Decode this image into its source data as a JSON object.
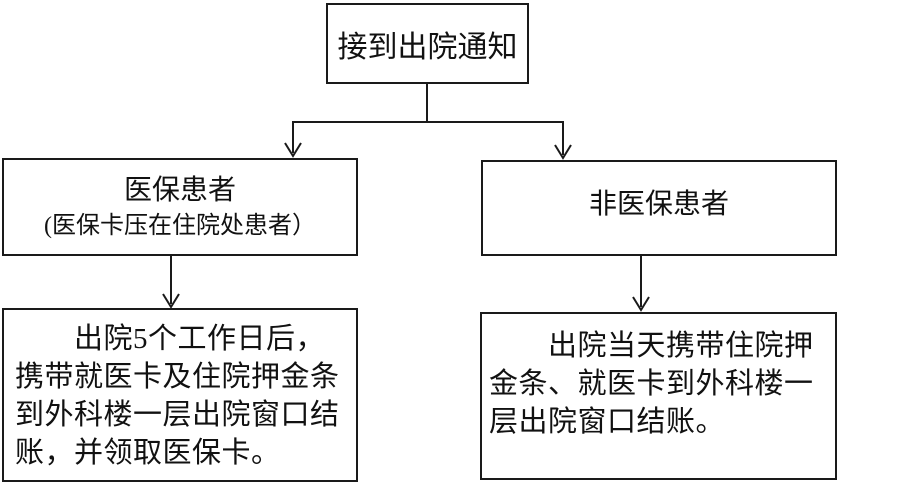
{
  "diagram": {
    "background": "#ffffff",
    "line_color": "#1a1a1a",
    "text_color": "#111111",
    "nodes": {
      "start": {
        "label": "接到出院通知"
      },
      "insured": {
        "title": "医保患者",
        "subtitle": "(医保卡压在住院处患者）"
      },
      "uninsured": {
        "label": "非医保患者"
      },
      "insured_action": {
        "text": "　　出院5个工作日后，\n携带就医卡及住院押金条\n到外科楼一层出院窗口结\n账，并领取医保卡。"
      },
      "uninsured_action": {
        "text": "　　出院当天携带住院押\n金条、就医卡到外科楼一\n层出院窗口结账。"
      }
    },
    "edges": [
      {
        "from": "start",
        "to": "insured"
      },
      {
        "from": "start",
        "to": "uninsured"
      },
      {
        "from": "insured",
        "to": "insured_action"
      },
      {
        "from": "uninsured",
        "to": "uninsured_action"
      }
    ]
  }
}
